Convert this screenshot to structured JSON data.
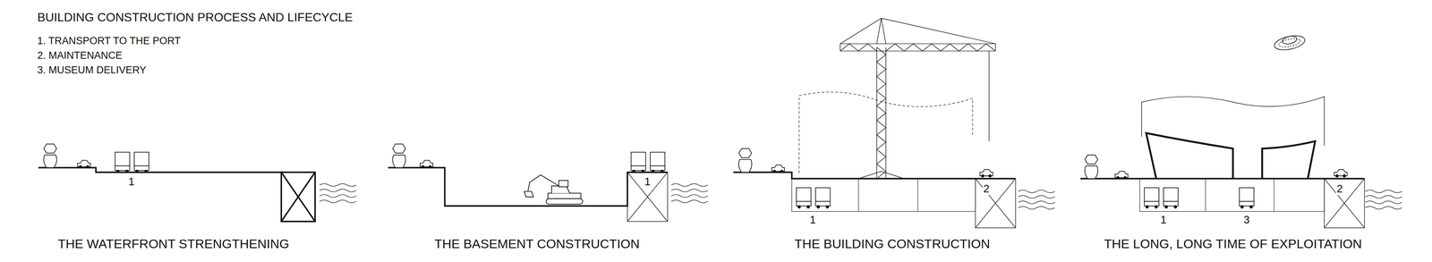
{
  "diagram": {
    "title": "BUILDING CONSTRUCTION PROCESS AND LIFECYCLE",
    "labels": [
      "1. TRANSPORT TO THE PORT",
      "2. MAINTENANCE",
      "3. MUSEUM DELIVERY",
      "1",
      "THE WATERFRONT STRENGTHENING",
      "1",
      "THE BASEMENT CONSTRUCTION",
      "1",
      "2",
      "THE BUILDING CONSTRUCTION",
      "1",
      "3",
      "2",
      "THE LONG, LONG TIME OF EXPLOITATION"
    ]
  }
}
